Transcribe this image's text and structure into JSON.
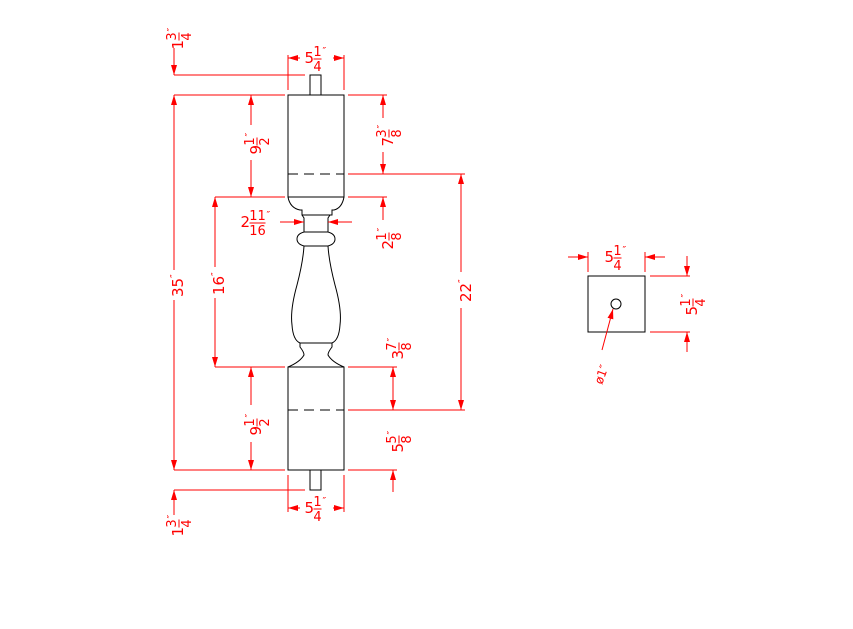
{
  "front_view": {
    "overall_height": {
      "whole": "35",
      "num": "",
      "den": "",
      "unit": "″"
    },
    "top_pin_length": {
      "whole": "1",
      "num": "3",
      "den": "4",
      "unit": "″"
    },
    "bottom_pin_length": {
      "whole": "1",
      "num": "3",
      "den": "4",
      "unit": "″"
    },
    "top_block_height": {
      "whole": "9",
      "num": "1",
      "den": "2",
      "unit": "″"
    },
    "bottom_block_height": {
      "whole": "9",
      "num": "1",
      "den": "2",
      "unit": "″"
    },
    "turning_length": {
      "whole": "16",
      "num": "",
      "den": "",
      "unit": "″"
    },
    "top_dash_offset": {
      "whole": "7",
      "num": "3",
      "den": "8",
      "unit": "″"
    },
    "dash_to_dash": {
      "whole": "22",
      "num": "",
      "den": "",
      "unit": "″"
    },
    "top_collar": {
      "whole": "2",
      "num": "1",
      "den": "8",
      "unit": "″"
    },
    "bottom_dash_offset_upper": {
      "whole": "3",
      "num": "7",
      "den": "8",
      "unit": "″"
    },
    "bottom_dash_offset_lower": {
      "whole": "5",
      "num": "5",
      "den": "8",
      "unit": "″"
    },
    "neck_diameter": {
      "whole": "2",
      "num": "11",
      "den": "16",
      "unit": "″"
    },
    "top_width": {
      "whole": "5",
      "num": "1",
      "den": "4",
      "unit": "″"
    },
    "bottom_width": {
      "whole": "5",
      "num": "1",
      "den": "4",
      "unit": "″"
    }
  },
  "end_view": {
    "width": {
      "whole": "5",
      "num": "1",
      "den": "4",
      "unit": "″"
    },
    "height": {
      "whole": "5",
      "num": "1",
      "den": "4",
      "unit": "″"
    },
    "hole_diameter": "ø1″"
  },
  "colors": {
    "dimension": "#ff0000",
    "object": "#000000"
  }
}
